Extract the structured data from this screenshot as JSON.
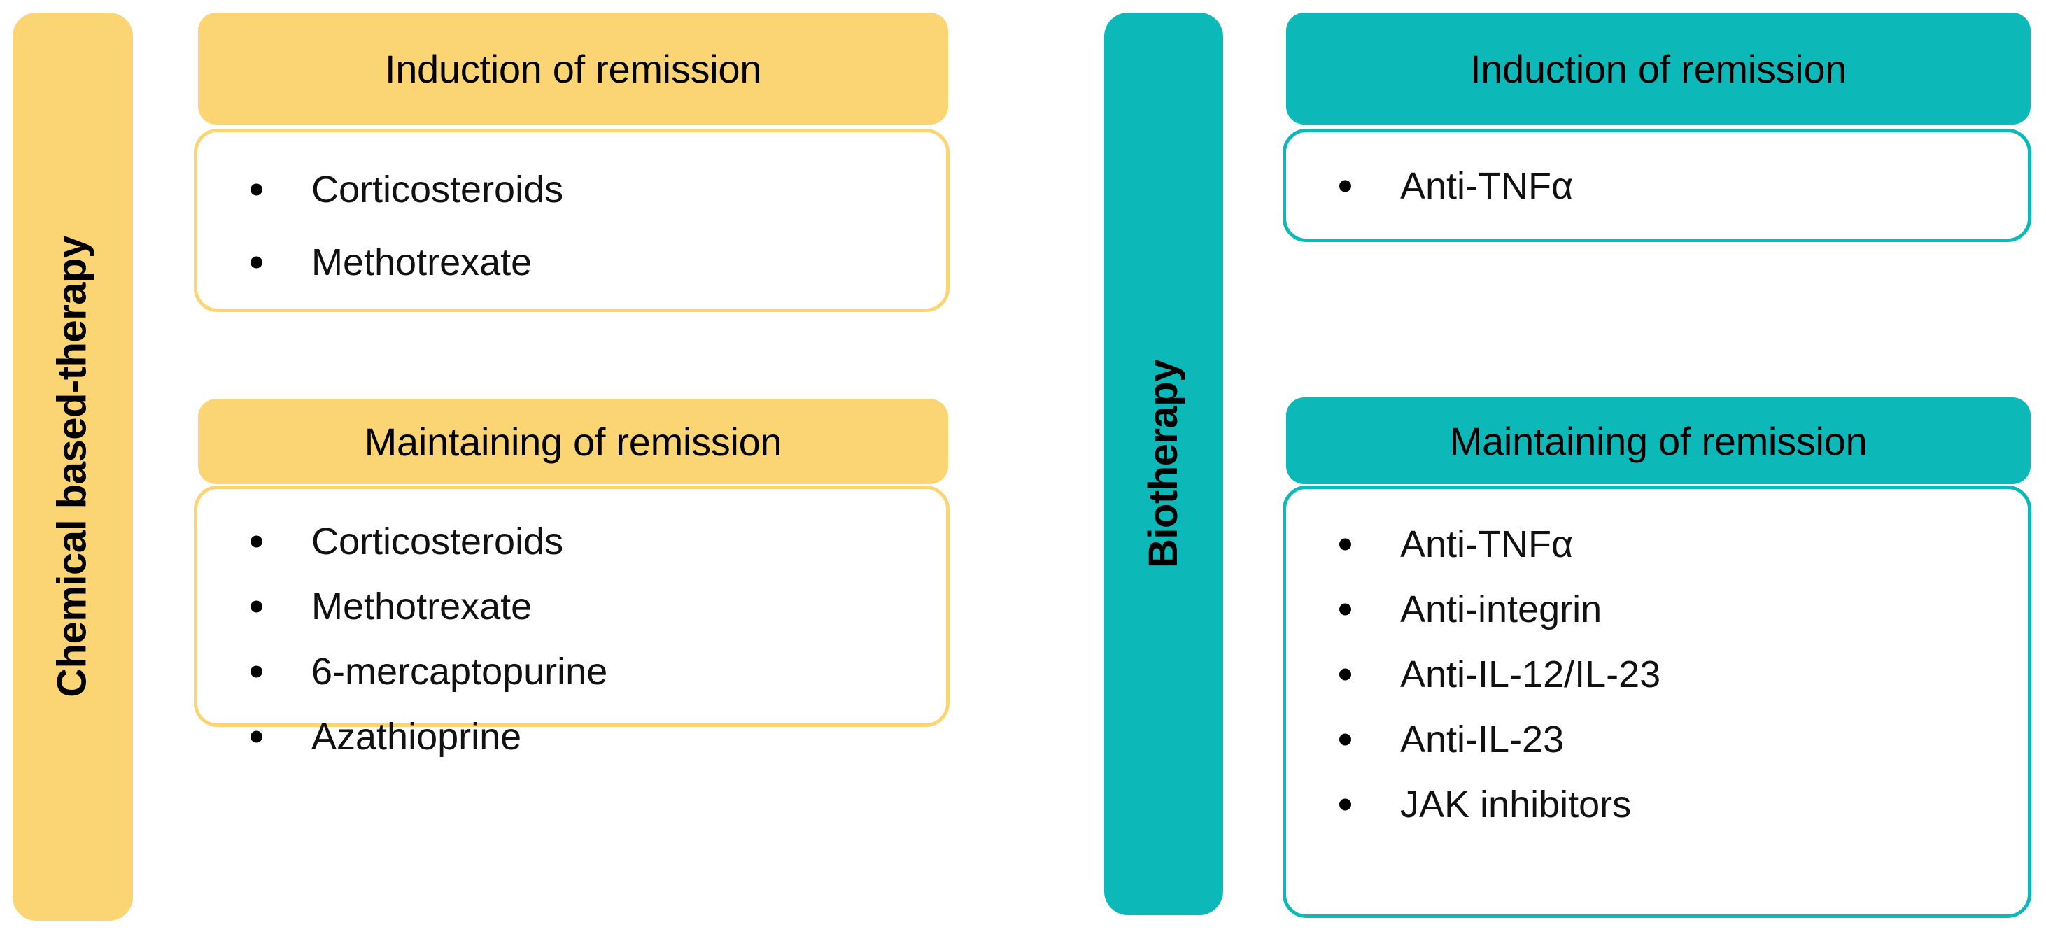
{
  "diagram": {
    "columns": [
      {
        "id": "chemical",
        "sidebar_label": "Chemical based-therapy",
        "accent_color": "#FBD474",
        "blocks": [
          {
            "id": "chem-induction",
            "header": "Induction of remission",
            "items": [
              "Corticosteroids",
              "Methotrexate"
            ]
          },
          {
            "id": "chem-maintaining",
            "header": "Maintaining of remission",
            "items": [
              "Corticosteroids",
              "Methotrexate",
              "6-mercaptopurine",
              "Azathioprine"
            ]
          }
        ]
      },
      {
        "id": "bio",
        "sidebar_label": "Biotherapy",
        "accent_color": "#0DB8B8",
        "blocks": [
          {
            "id": "bio-induction",
            "header": "Induction of remission",
            "items": [
              "Anti-TNFα"
            ]
          },
          {
            "id": "bio-maintaining",
            "header": "Maintaining of remission",
            "items": [
              "Anti-TNFα",
              "Anti-integrin",
              "Anti-IL-12/IL-23",
              "Anti-IL-23",
              "JAK inhibitors"
            ]
          }
        ]
      }
    ]
  }
}
